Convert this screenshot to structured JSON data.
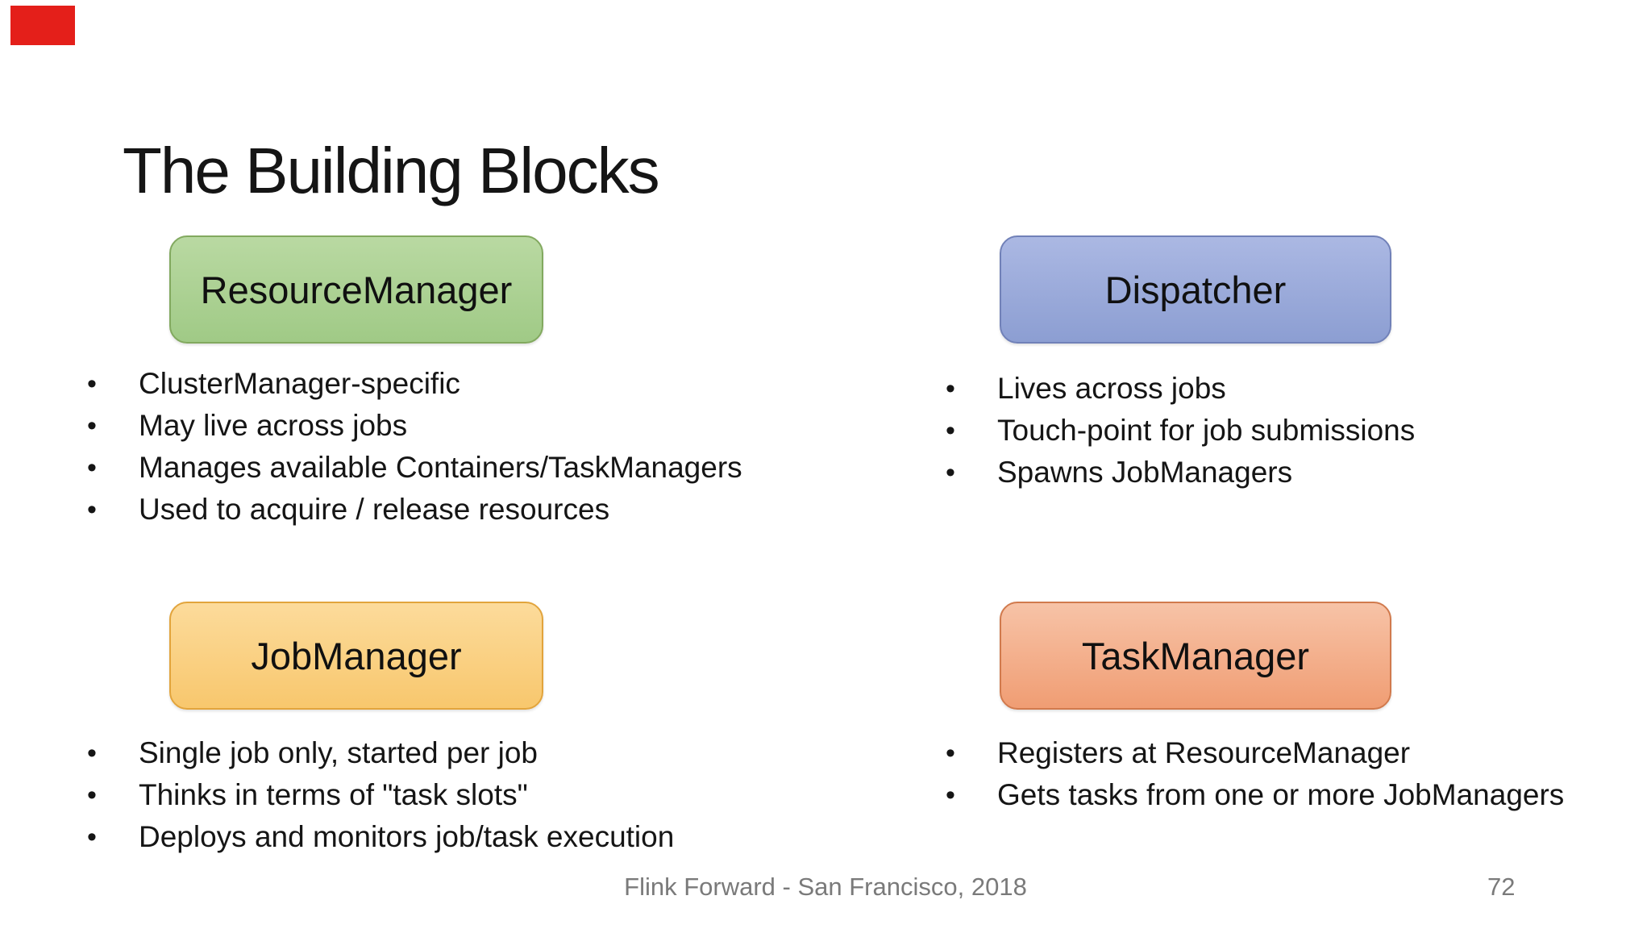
{
  "title": "The Building Blocks",
  "blocks": {
    "resource_manager": {
      "label": "ResourceManager",
      "fill_top": "#b9d9a2",
      "fill_bottom": "#a0ca86",
      "border": "#82a95f",
      "bullets": [
        "ClusterManager-specific",
        "May live across jobs",
        "Manages available Containers/TaskManagers",
        "Used to acquire / release resources"
      ]
    },
    "dispatcher": {
      "label": "Dispatcher",
      "fill_top": "#abb8e3",
      "fill_bottom": "#8c9ed2",
      "border": "#7181b8",
      "bullets": [
        "Lives across jobs",
        "Touch-point for job submissions",
        "Spawns JobManagers"
      ]
    },
    "job_manager": {
      "label": "JobManager",
      "fill_top": "#fcdb9b",
      "fill_bottom": "#f8c76d",
      "border": "#e2a43c",
      "bullets": [
        "Single job only, started per job",
        "Thinks in terms of \"task slots\"",
        "Deploys and monitors job/task execution"
      ]
    },
    "task_manager": {
      "label": "TaskManager",
      "fill_top": "#f7c3a7",
      "fill_bottom": "#f09d73",
      "border": "#d17a4d",
      "bullets": [
        "Registers at ResourceManager",
        "Gets tasks from one or more JobManagers"
      ]
    }
  },
  "footer": {
    "text": "Flink Forward - San Francisco, 2018",
    "page_number": "72"
  },
  "decorations": {
    "corner_marker_color": "#e41f1a"
  }
}
